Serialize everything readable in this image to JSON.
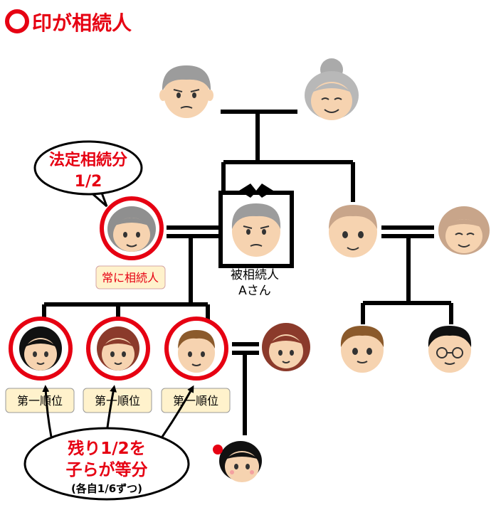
{
  "title": "印が相続人",
  "legend_mark": "○",
  "deceased": {
    "label_line1": "被相続人",
    "label_line2": "Aさん"
  },
  "spouse": {
    "badge": "常に相続人"
  },
  "callout_top": {
    "line1": "法定相続分",
    "line2": "1/2"
  },
  "children": [
    {
      "badge": "第一順位"
    },
    {
      "badge": "第一順位"
    },
    {
      "badge": "第一順位"
    }
  ],
  "callout_bottom": {
    "line1": "残り1/2を",
    "line2": "子らが等分",
    "line3": "(各自1/6ずつ)"
  },
  "colors": {
    "red": "#e60012",
    "badge_bg": "#fff2cc",
    "black": "#000000"
  }
}
